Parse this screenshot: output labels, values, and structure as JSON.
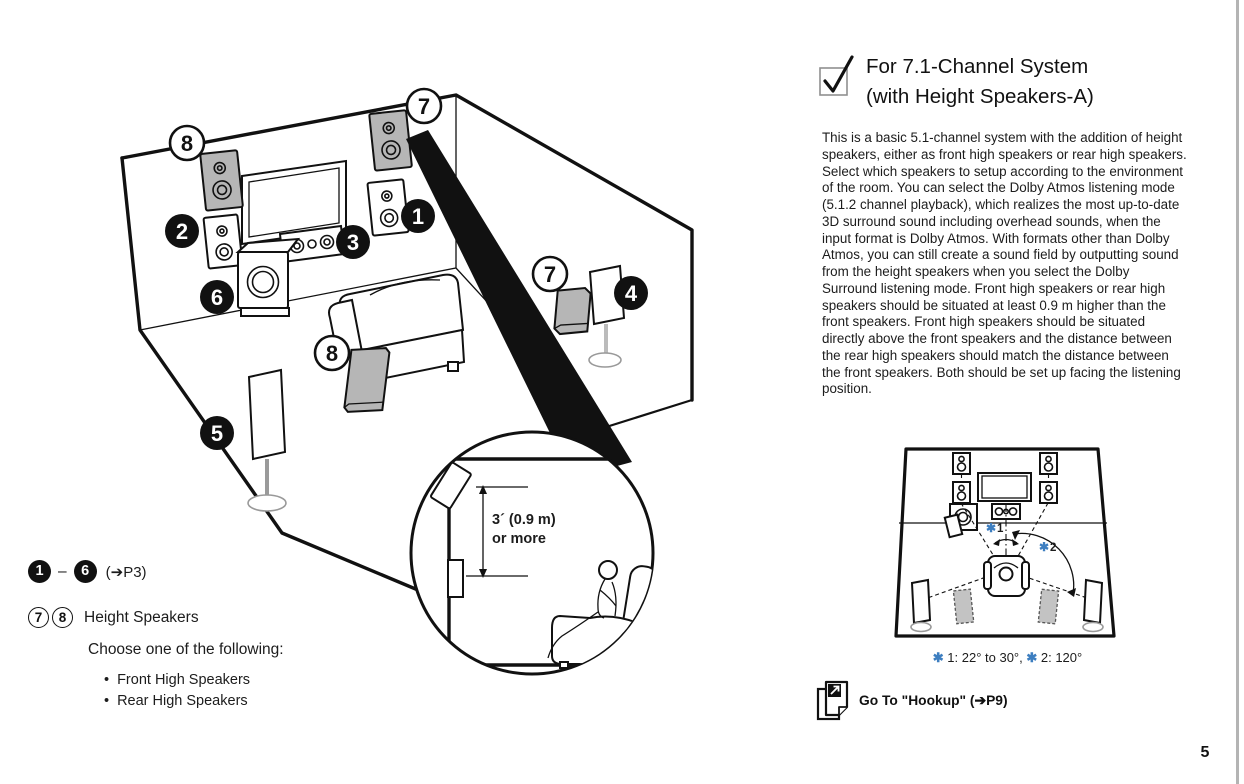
{
  "colors": {
    "accent_blue": "#3d7ec0",
    "speaker_gray": "#b6b6b6",
    "ink": "#111111",
    "page_edge": "#b4b4b4"
  },
  "page": {
    "number": "5"
  },
  "section": {
    "title_line1": "For 7.1-Channel System",
    "title_line2": "(with Height Speakers-A)",
    "body": "This is a basic 5.1-channel system with the addition of height speakers, either as front high speakers or rear high speakers. Select which speakers to setup according to the environment of the room. You can select the Dolby Atmos listening mode (5.1.2 channel playback), which realizes the most up-to-date 3D surround sound including overhead sounds, when the input format is Dolby Atmos. With formats other than Dolby Atmos, you can still create a sound field by outputting sound from the height speakers when you select the Dolby Surround listening mode. Front high speakers or rear high speakers should be situated at least 0.9 m higher than the front speakers. Front high speakers should be situated directly above the front speakers and the distance between the rear high speakers should match the distance between the front speakers. Both should be set up facing the listening position."
  },
  "main_diagram": {
    "badges": {
      "n1": "1",
      "n2": "2",
      "n3": "3",
      "n4": "4",
      "n5": "5",
      "n6": "6",
      "n7": "7",
      "n8": "8"
    },
    "inset": {
      "line1": "3´ (0.9 m)",
      "line2": "or more"
    }
  },
  "legend": {
    "b1": "1",
    "b6": "6",
    "dash": "–",
    "ref": "(➔P3)",
    "b7": "7",
    "b8": "8",
    "height_label": "Height Speakers",
    "choose_label": "Choose one of the following:",
    "options": [
      "Front High Speakers",
      "Rear High Speakers"
    ]
  },
  "mini_diagram": {
    "star": "✱",
    "label1": "1",
    "label2": "2",
    "caption_seg1": " 1: 22° to 30°,  ",
    "caption_seg2": " 2: 120°"
  },
  "footer": {
    "goto_label": "Go To \"Hookup\" (➔P9)"
  }
}
